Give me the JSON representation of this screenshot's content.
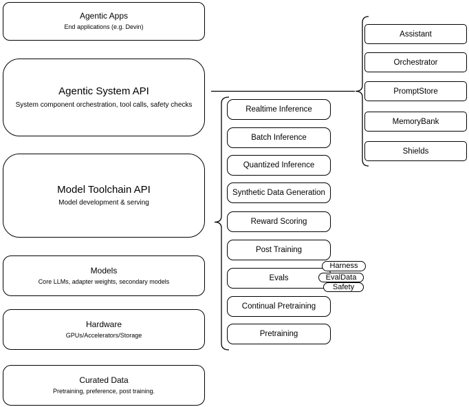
{
  "diagram": {
    "left_column": [
      {
        "title": "Agentic Apps",
        "subtitle": "End applications (e.g. Devin)"
      },
      {
        "title": "Agentic System API",
        "subtitle": "System component orchestration, tool calls, safety checks"
      },
      {
        "title": "Model Toolchain API",
        "subtitle": "Model development & serving"
      },
      {
        "title": "Models",
        "subtitle": "Core LLMs, adapter weights, secondary models"
      },
      {
        "title": "Hardware",
        "subtitle": "GPUs/Accelerators/Storage"
      },
      {
        "title": "Curated Data",
        "subtitle": "Pretraining, preference, post training."
      }
    ],
    "toolchain_services": [
      "Realtime Inference",
      "Batch Inference",
      "Quantized Inference",
      "Synthetic Data Generation",
      "Reward Scoring",
      "Post Training",
      "Evals",
      "Continual Pretraining",
      "Pretraining"
    ],
    "eval_components": [
      "Harness",
      "EvalData",
      "Safety"
    ],
    "agentic_components": [
      "Assistant",
      "Orchestrator",
      "PromptStore",
      "MemoryBank",
      "Shields"
    ],
    "colors": {
      "border": "#000000",
      "fill": "#ffffff",
      "text": "#000000"
    }
  }
}
